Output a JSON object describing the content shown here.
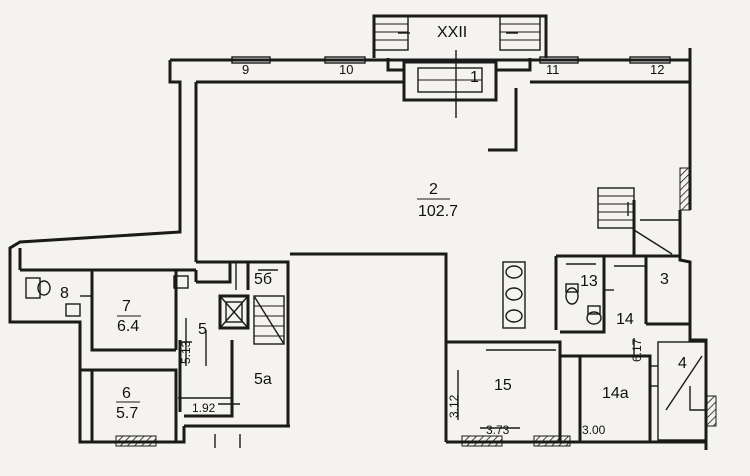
{
  "stair_label": "XXII",
  "window_labels": [
    "9",
    "10",
    "11",
    "12"
  ],
  "rooms": [
    {
      "id": "1",
      "area": ""
    },
    {
      "id": "2",
      "area": "102.7"
    },
    {
      "id": "3",
      "area": ""
    },
    {
      "id": "4",
      "area": ""
    },
    {
      "id": "5",
      "area": ""
    },
    {
      "id": "5a",
      "area": ""
    },
    {
      "id": "5б",
      "area": ""
    },
    {
      "id": "6",
      "area": "5.7"
    },
    {
      "id": "7",
      "area": "6.4"
    },
    {
      "id": "8",
      "area": ""
    },
    {
      "id": "13",
      "area": ""
    },
    {
      "id": "14",
      "area": ""
    },
    {
      "id": "14a",
      "area": ""
    },
    {
      "id": "15",
      "area": ""
    }
  ],
  "dimensions": [
    "5.13",
    "1.92",
    "3.12",
    "3.73",
    "3.00",
    "6.17"
  ],
  "colors": {
    "background": "#f4f3ef",
    "ink": "#1a1a1a"
  }
}
